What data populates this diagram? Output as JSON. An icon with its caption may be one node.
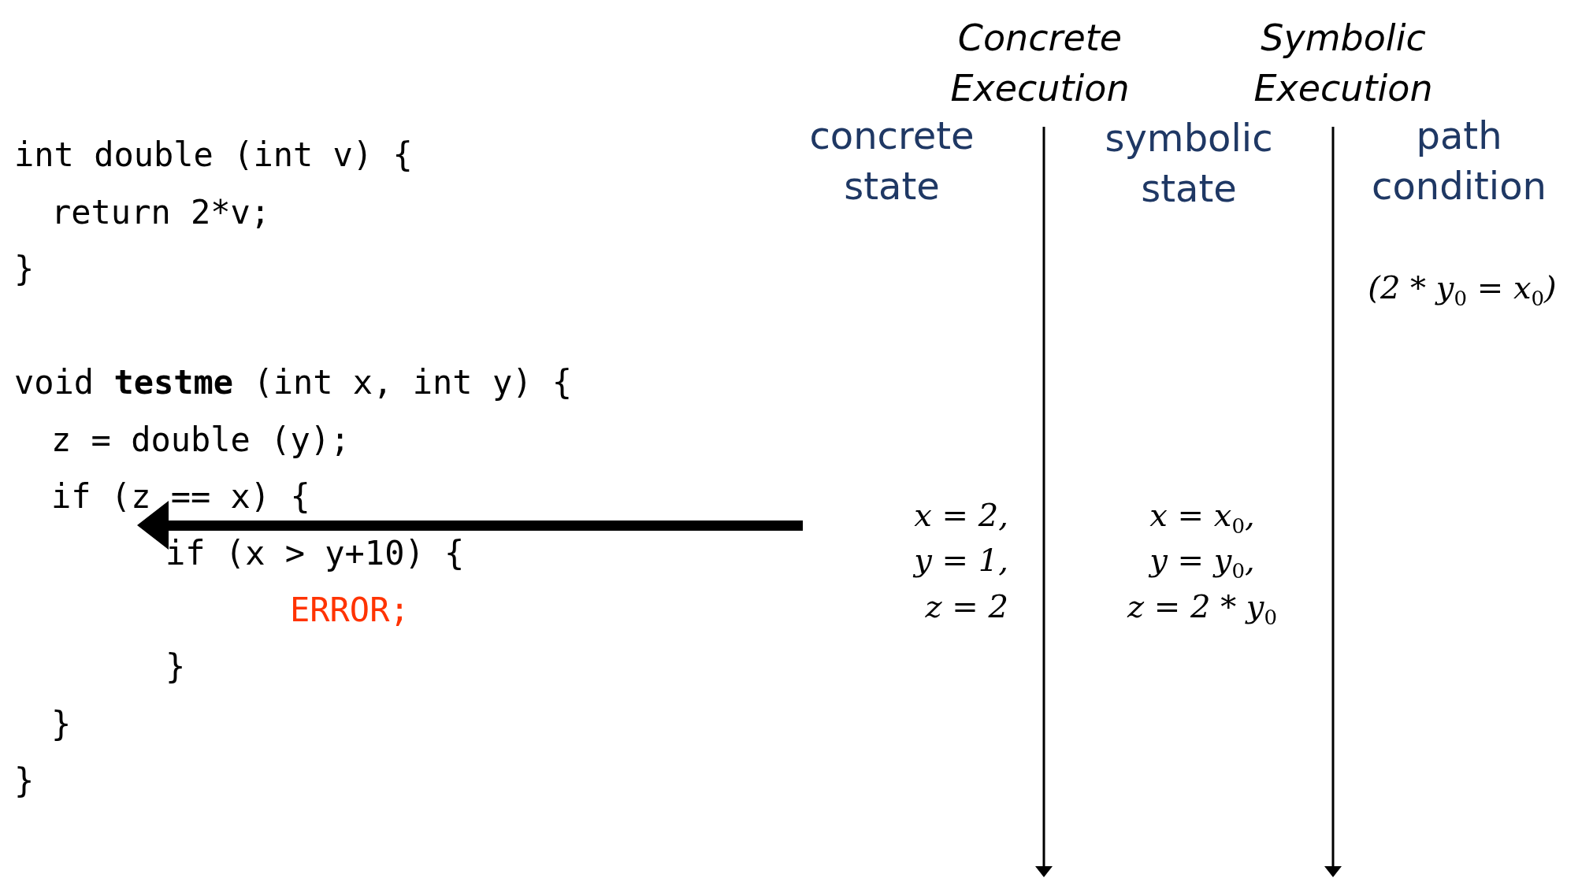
{
  "diagram": {
    "labels": [
      "Concrete Execution",
      "Symbolic Execution",
      "concrete state",
      "symbolic state",
      "path condition",
      "int double (int v) {",
      "return 2*v;",
      "}",
      "void **testme** (int x, int y) {",
      "z = double (y);",
      "if (z == x) {",
      "if (x > y+10) {",
      "ERROR;",
      "}",
      "}",
      "}",
      "x = 2,",
      "y = 1,",
      "z = 2",
      "x = x$_{0}$,",
      "y = y$_{0}$,",
      "z = 2 * y$_{0}$",
      "(2 * y$_{0}$ = x$_{0}$)"
    ]
  }
}
